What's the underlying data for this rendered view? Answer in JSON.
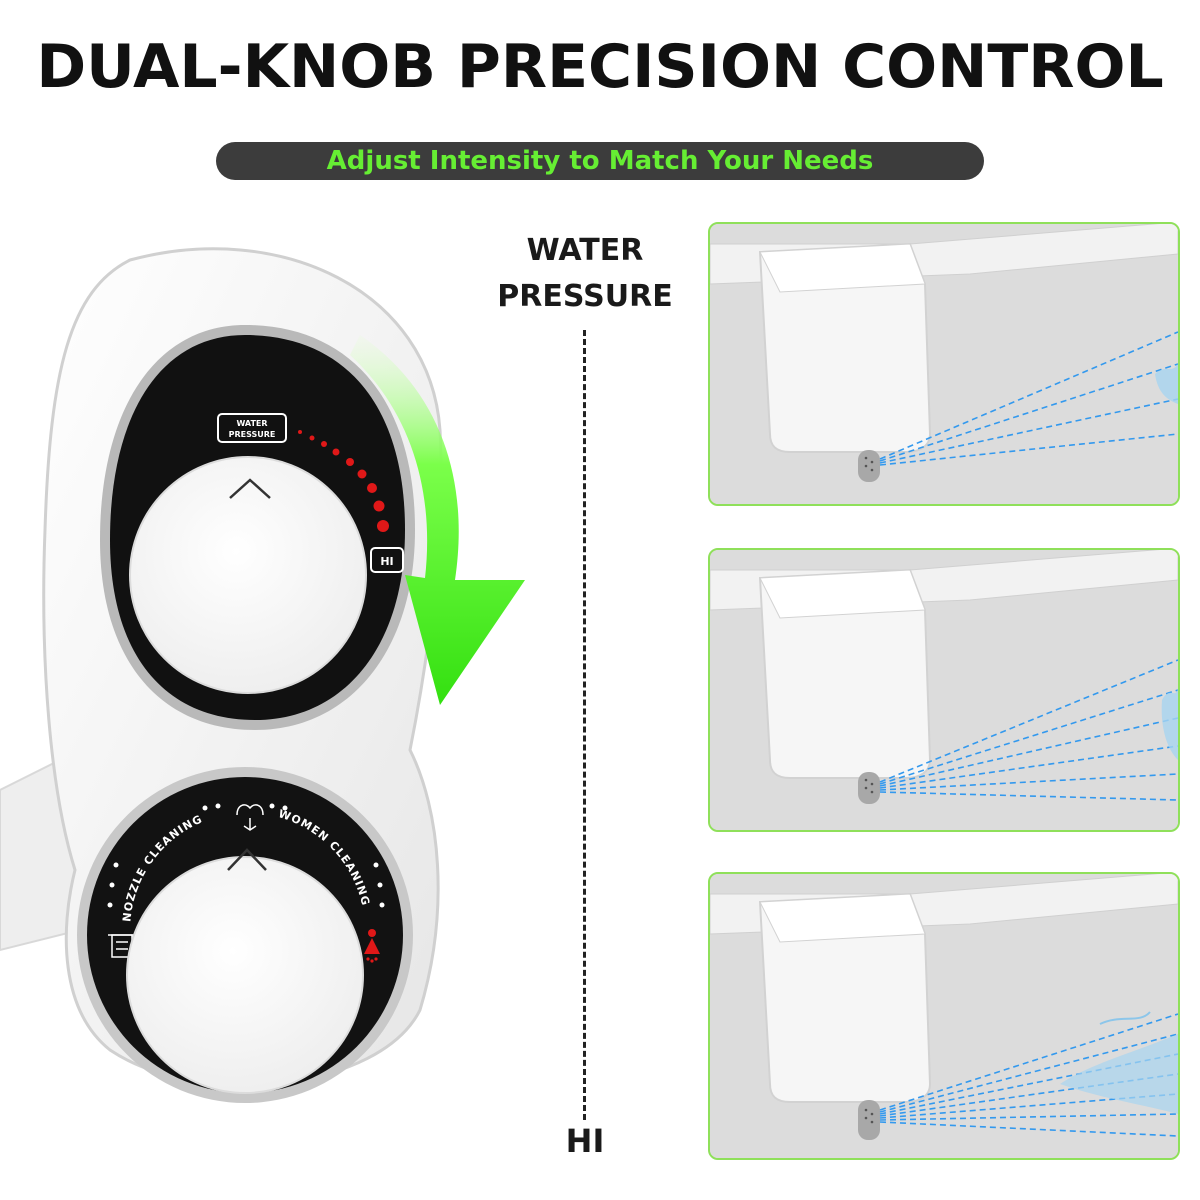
{
  "header": {
    "title": "DUAL-KNOB PRECISION CONTROL",
    "subtitle": "Adjust Intensity to Match Your Needs"
  },
  "scale": {
    "label_line1": "WATER",
    "label_line2": "PRESSURE",
    "end_label": "HI"
  },
  "device": {
    "badge_line1": "WATER",
    "badge_line2": "PRESSURE",
    "hi_badge": "HI",
    "nozzle_label": "NOZZLE CLEANING",
    "women_label": "WOMEN CLEANING"
  },
  "colors": {
    "accent_green": "#66ee33",
    "panel_border": "#8fe05a",
    "indicator_red": "#e01818",
    "spray_blue": "#3399ee"
  },
  "panels": [
    {
      "level": "low"
    },
    {
      "level": "medium"
    },
    {
      "level": "high"
    }
  ]
}
